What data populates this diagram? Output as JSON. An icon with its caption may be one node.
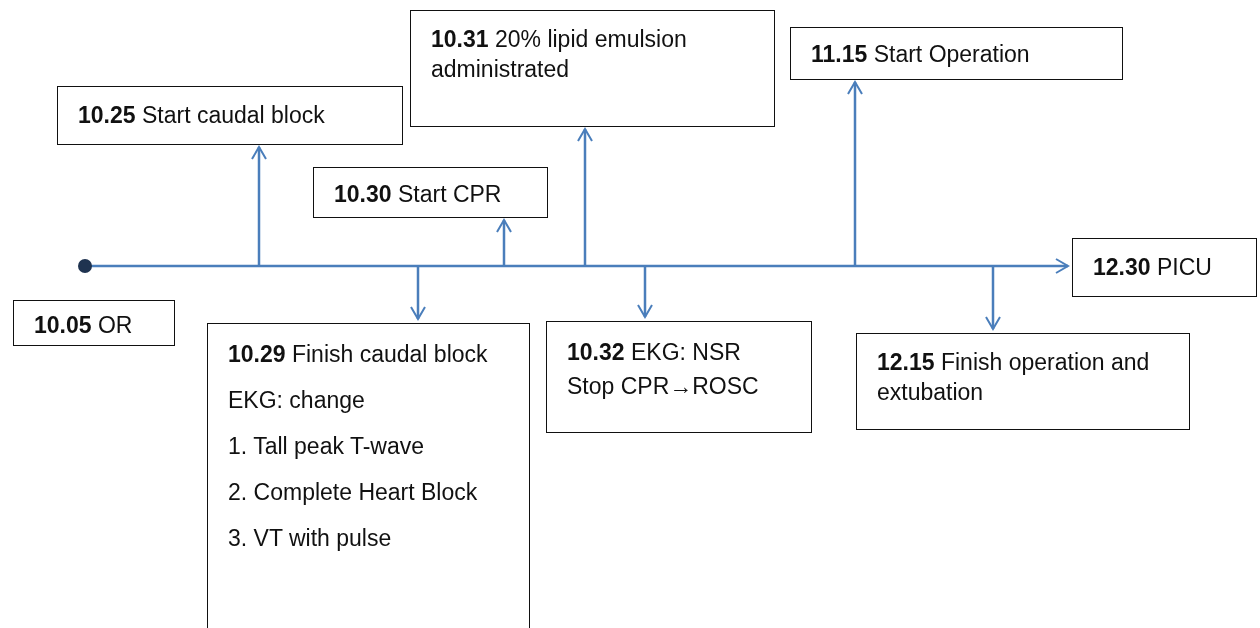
{
  "diagram": {
    "nodes": [
      {
        "text": [
          "**10.31** 20% lipid emulsion administrated"
        ]
      },
      {
        "text": [
          "**11.15** Start Operation"
        ]
      },
      {
        "text": [
          "**10.25** Start caudal block"
        ]
      },
      {
        "text": [
          "**10.30** Start CPR"
        ]
      },
      {
        "text": [],
        "shape": "circle"
      },
      {
        "text": [
          "**12.30** PICU"
        ]
      },
      {
        "text": [
          "**10.05** OR"
        ]
      },
      {
        "text": [
          "**10.29** Finish caudal block",
          "EKG: change",
          "1. Tall peak T-wave",
          "2. Complete Heart Block",
          "3. VT with pulse"
        ]
      },
      {
        "text": [
          "**10.32** EKG: NSR",
          "Stop CPR→ROSC"
        ]
      },
      {
        "text": [
          "**12.15** Finish operation and extubation"
        ]
      }
    ],
    "edges": [
      {
        "from": 4,
        "to": 5,
        "arrow": "to"
      },
      {
        "from": null,
        "to": 2,
        "arrow": "to"
      },
      {
        "from": null,
        "to": 7,
        "arrow": "to"
      },
      {
        "from": null,
        "to": 3,
        "arrow": "to"
      },
      {
        "from": null,
        "to": 0,
        "arrow": "to"
      },
      {
        "from": null,
        "to": 8,
        "arrow": "to"
      },
      {
        "from": null,
        "to": 1,
        "arrow": "to"
      },
      {
        "from": null,
        "to": 9,
        "arrow": "to"
      }
    ]
  }
}
